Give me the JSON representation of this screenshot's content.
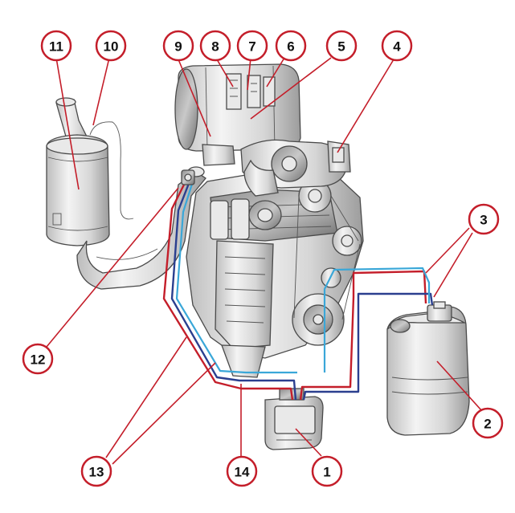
{
  "callouts": [
    {
      "id": "1",
      "label": "1"
    },
    {
      "id": "2",
      "label": "2"
    },
    {
      "id": "3",
      "label": "3"
    },
    {
      "id": "4",
      "label": "4"
    },
    {
      "id": "5",
      "label": "5"
    },
    {
      "id": "6",
      "label": "6"
    },
    {
      "id": "7",
      "label": "7"
    },
    {
      "id": "8",
      "label": "8"
    },
    {
      "id": "9",
      "label": "9"
    },
    {
      "id": "10",
      "label": "10"
    },
    {
      "id": "11",
      "label": "11"
    },
    {
      "id": "12",
      "label": "12"
    },
    {
      "id": "13",
      "label": "13"
    },
    {
      "id": "14",
      "label": "14"
    }
  ],
  "colors": {
    "callout_ring": "#c41e2a",
    "line_red": "#c41e2a",
    "line_blue": "#2b3f8f",
    "line_cyan": "#3aa7d8"
  },
  "components": [
    "engine-block",
    "scr-catalyst-muffler",
    "aftertreatment-canister",
    "turbocharger",
    "exhaust-pipe",
    "def-tank",
    "def-pump-module",
    "def-lines",
    "dosing-injector"
  ]
}
